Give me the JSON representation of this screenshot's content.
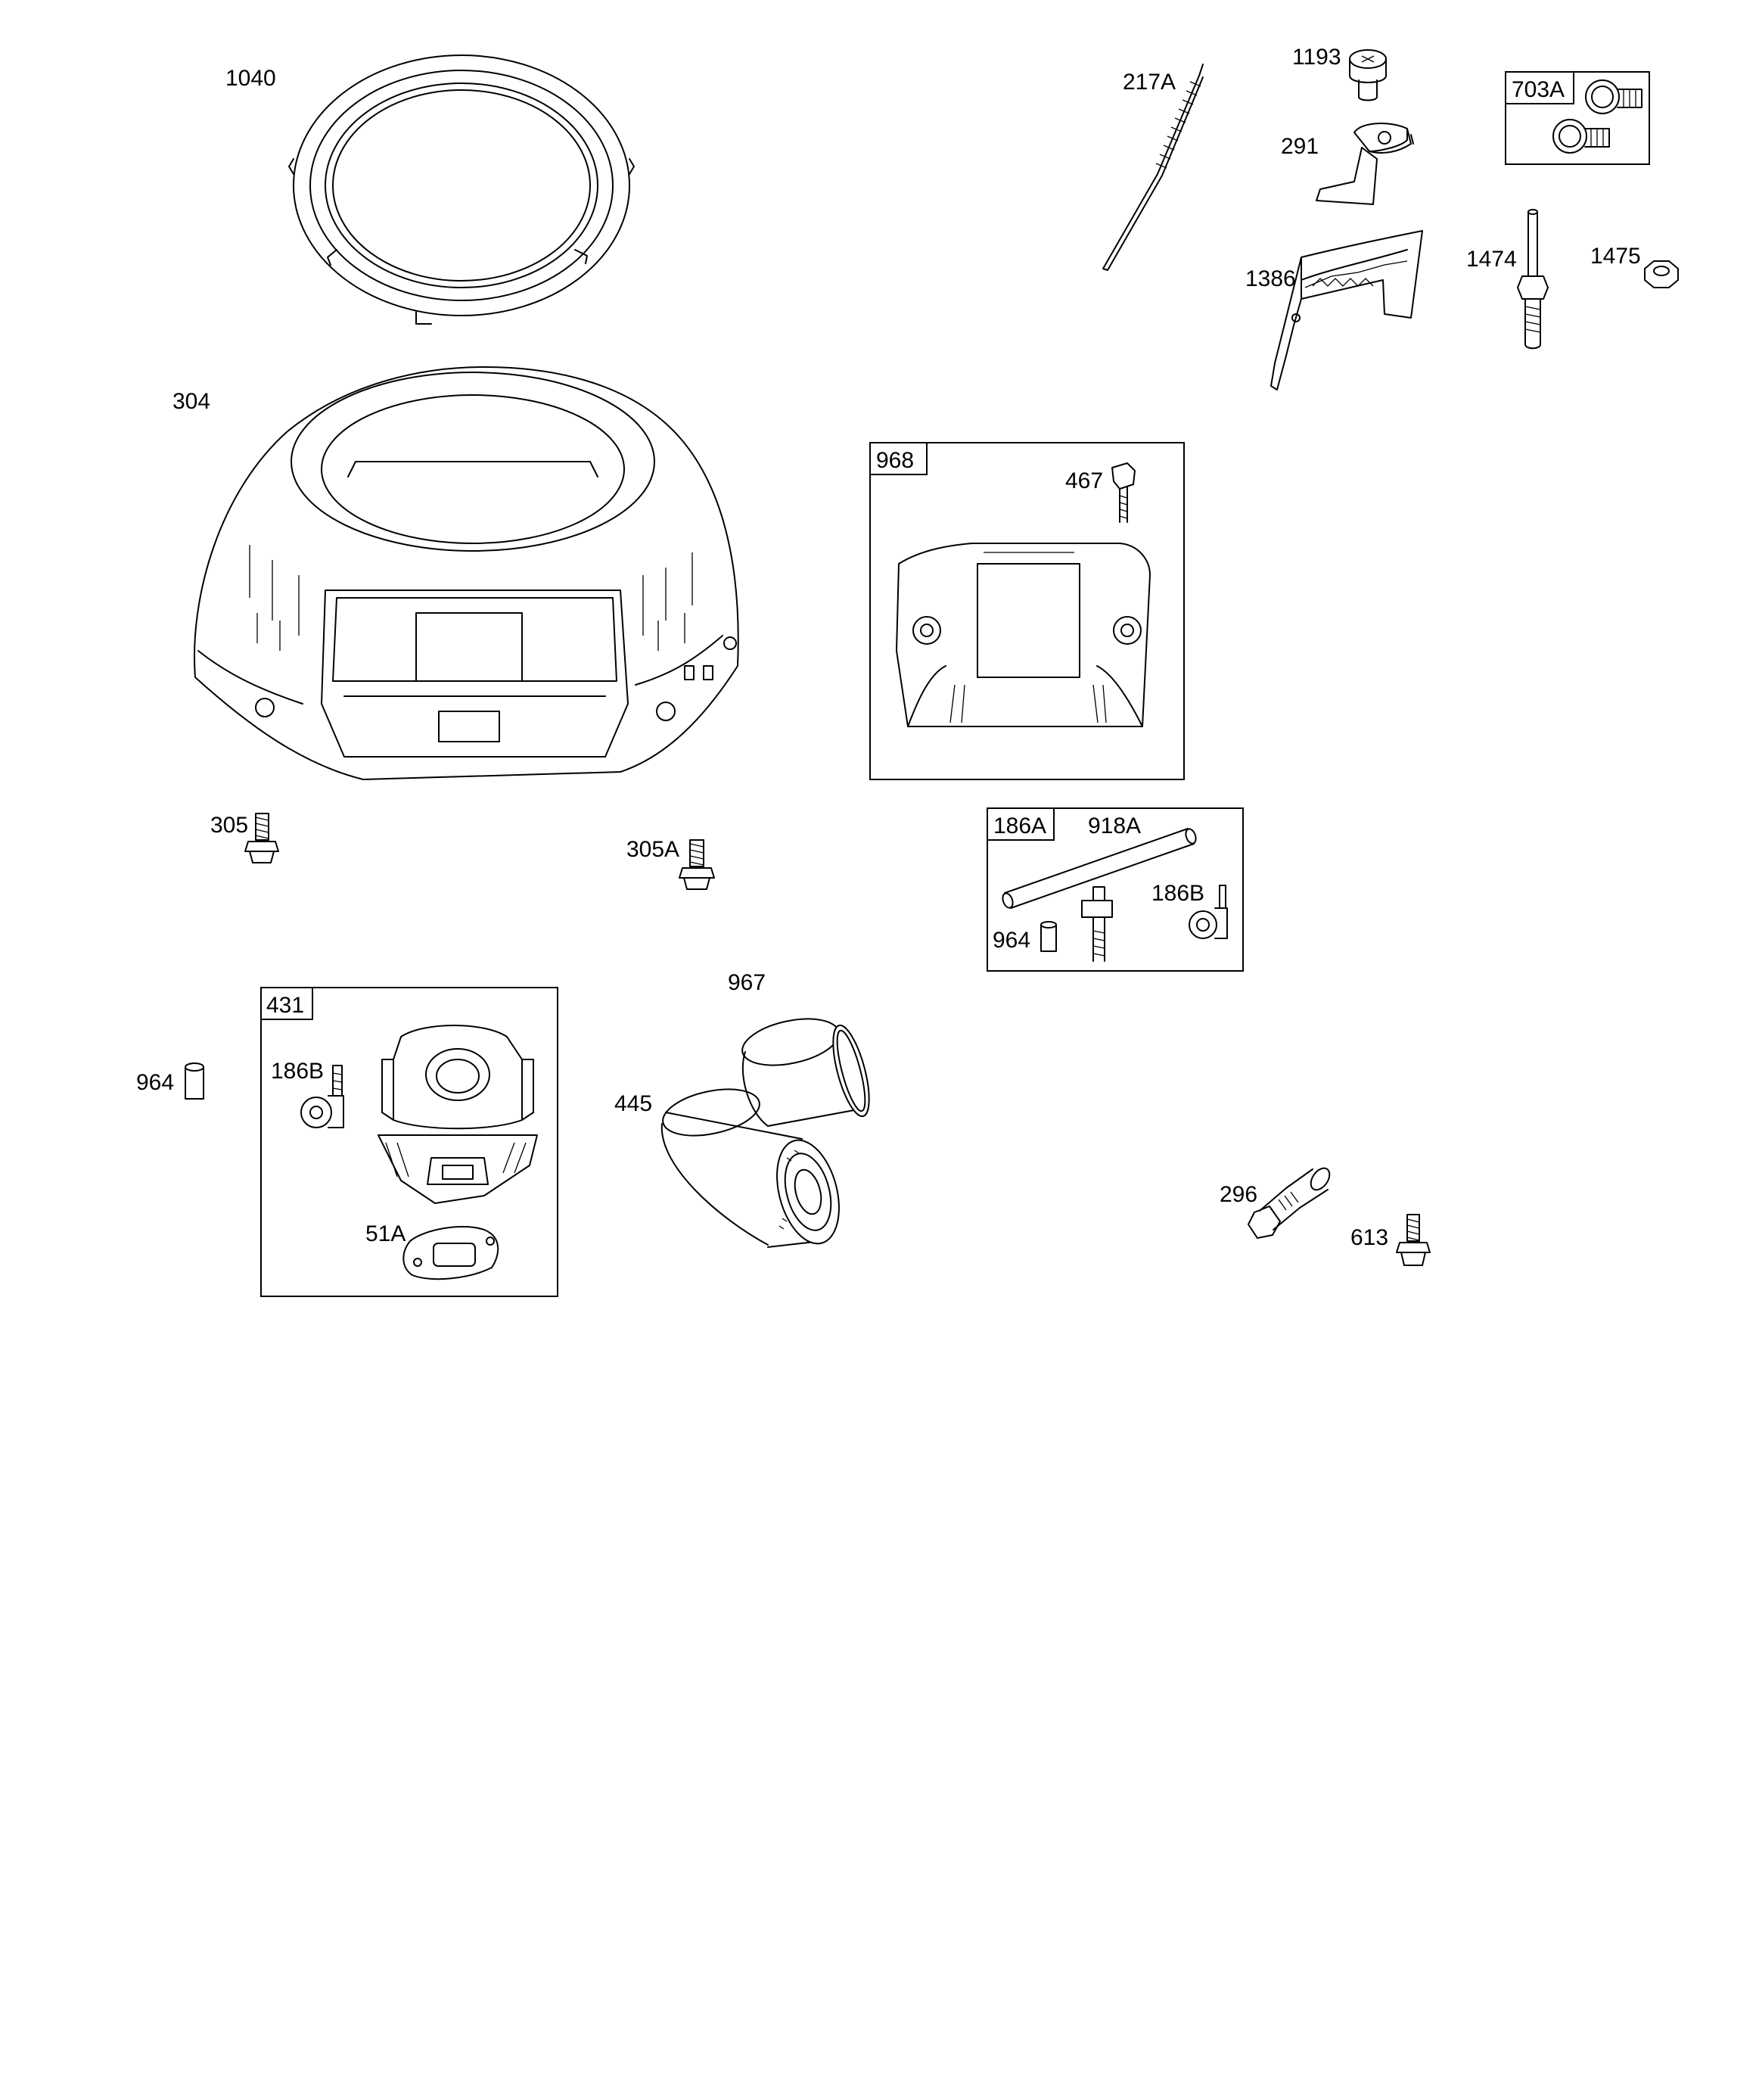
{
  "callouts": {
    "p1040": "1040",
    "p304": "304",
    "p305": "305",
    "p305A": "305A",
    "p217A": "217A",
    "p1193": "1193",
    "p291": "291",
    "p703A": "703A",
    "p1386": "1386",
    "p1474": "1474",
    "p1475": "1475",
    "p968": "968",
    "p467": "467",
    "p186A": "186A",
    "p918A": "918A",
    "p964_kit": "964",
    "p186B_kit": "186B",
    "p431": "431",
    "p964": "964",
    "p186B": "186B",
    "p51A": "51A",
    "p967": "967",
    "p445": "445",
    "p296": "296",
    "p613": "613"
  }
}
